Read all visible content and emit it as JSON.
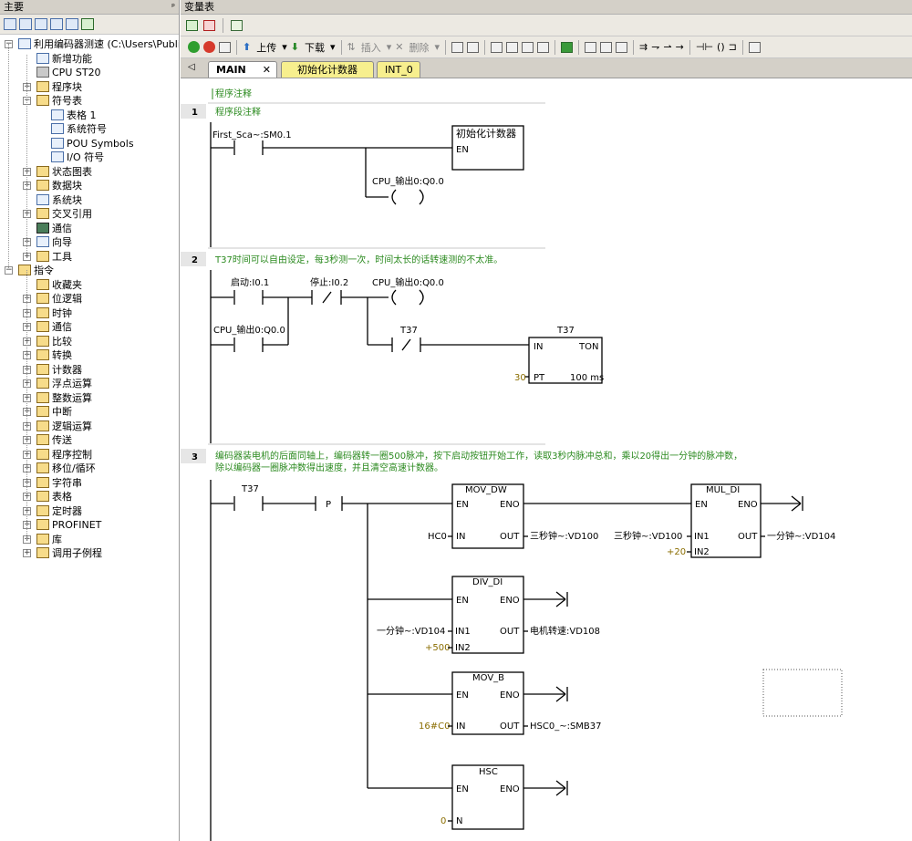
{
  "left_panel": {
    "title": "主要",
    "pin": "ᵖ",
    "tree": {
      "project": "利用编码器测速 (C:\\Users\\Publi",
      "items": [
        {
          "label": "新增功能",
          "level": 1,
          "icon": "help-icon",
          "expander": ""
        },
        {
          "label": "CPU ST20",
          "level": 1,
          "icon": "cpu-icon",
          "expander": ""
        },
        {
          "label": "程序块",
          "level": 1,
          "icon": "folder-icon",
          "expander": "+"
        },
        {
          "label": "符号表",
          "level": 1,
          "icon": "folder-icon",
          "expander": "-"
        },
        {
          "label": "表格 1",
          "level": 2,
          "icon": "table-icon",
          "expander": ""
        },
        {
          "label": "系统符号",
          "level": 2,
          "icon": "table-icon",
          "expander": ""
        },
        {
          "label": "POU Symbols",
          "level": 2,
          "icon": "table-icon",
          "expander": ""
        },
        {
          "label": "I/O 符号",
          "level": 2,
          "icon": "table-icon",
          "expander": ""
        },
        {
          "label": "状态图表",
          "level": 1,
          "icon": "folder-icon",
          "expander": "+"
        },
        {
          "label": "数据块",
          "level": 1,
          "icon": "folder-icon",
          "expander": "+"
        },
        {
          "label": "系统块",
          "level": 1,
          "icon": "doc-icon",
          "expander": ""
        },
        {
          "label": "交叉引用",
          "level": 1,
          "icon": "folder-icon",
          "expander": "+"
        },
        {
          "label": "通信",
          "level": 1,
          "icon": "pc-icon",
          "expander": ""
        },
        {
          "label": "向导",
          "level": 1,
          "icon": "wizard-icon",
          "expander": "+"
        },
        {
          "label": "工具",
          "level": 1,
          "icon": "folder-icon",
          "expander": "+"
        }
      ],
      "instructions_root": "指令",
      "instructions": [
        {
          "label": "收藏夹",
          "expander": ""
        },
        {
          "label": "位逻辑",
          "expander": "+"
        },
        {
          "label": "时钟",
          "expander": "+"
        },
        {
          "label": "通信",
          "expander": "+"
        },
        {
          "label": "比较",
          "expander": "+"
        },
        {
          "label": "转换",
          "expander": "+"
        },
        {
          "label": "计数器",
          "expander": "+"
        },
        {
          "label": "浮点运算",
          "expander": "+"
        },
        {
          "label": "整数运算",
          "expander": "+"
        },
        {
          "label": "中断",
          "expander": "+"
        },
        {
          "label": "逻辑运算",
          "expander": "+"
        },
        {
          "label": "传送",
          "expander": "+"
        },
        {
          "label": "程序控制",
          "expander": "+"
        },
        {
          "label": "移位/循环",
          "expander": "+"
        },
        {
          "label": "字符串",
          "expander": "+"
        },
        {
          "label": "表格",
          "expander": "+"
        },
        {
          "label": "定时器",
          "expander": "+"
        },
        {
          "label": "PROFINET",
          "expander": "+"
        },
        {
          "label": "库",
          "expander": "+"
        },
        {
          "label": "调用子例程",
          "expander": "+"
        }
      ]
    }
  },
  "right_panel": {
    "title": "变量表",
    "toolbar": {
      "upload": "上传",
      "download": "下载",
      "insert": "插入",
      "delete": "删除"
    },
    "tabs": [
      {
        "label": "MAIN",
        "active": true,
        "closable": true
      },
      {
        "label": "初始化计数器",
        "active": false
      },
      {
        "label": "INT_0",
        "active": false
      }
    ],
    "program_comment": "程序注释",
    "networks": [
      {
        "num": "1",
        "comment": "程序段注释",
        "contact1": "First_Sca~:SM0.1",
        "box_name": "初始化计数器",
        "en": "EN",
        "coil": "CPU_输出0:Q0.0"
      },
      {
        "num": "2",
        "comment": "T37时间可以自由设定，每3秒测一次，时间太长的话转速测的不太准。",
        "start": "启动:I0.1",
        "stop": "停止:I0.2",
        "coil": "CPU_输出0:Q0.0",
        "hold": "CPU_输出0:Q0.0",
        "t37_contact": "T37",
        "timer_name": "T37",
        "timer_in": "IN",
        "timer_type": "TON",
        "timer_pt_val": "30",
        "timer_pt": "PT",
        "timer_base": "100 ms"
      },
      {
        "num": "3",
        "comment_line1": "编码器装电机的后面同轴上，编码器转一圈500脉冲，按下启动按钮开始工作，读取3秒内脉冲总和，乘以20得出一分钟的脉冲数，",
        "comment_line2": "除以编码器一圈脉冲数得出速度，并且清空高速计数器。",
        "t37": "T37",
        "p": "P",
        "en": "EN",
        "eno": "ENO",
        "mov_dw": {
          "name": "MOV_DW",
          "in_val": "HC0",
          "in": "IN",
          "out": "OUT",
          "out_val": "三秒钟~:VD100"
        },
        "mul_di": {
          "name": "MUL_DI",
          "in1_val": "三秒钟~:VD100",
          "in1": "IN1",
          "in2_val": "+20",
          "in2": "IN2",
          "out": "OUT",
          "out_val": "一分钟~:VD104"
        },
        "div_di": {
          "name": "DIV_DI",
          "in1_val": "一分钟~:VD104",
          "in1": "IN1",
          "in2_val": "+500",
          "in2": "IN2",
          "out": "OUT",
          "out_val": "电机转速:VD108"
        },
        "mov_b": {
          "name": "MOV_B",
          "in_val": "16#C0",
          "in": "IN",
          "out": "OUT",
          "out_val": "HSC0_~:SMB37"
        },
        "hsc": {
          "name": "HSC",
          "n_val": "0",
          "n": "N"
        }
      }
    ]
  }
}
